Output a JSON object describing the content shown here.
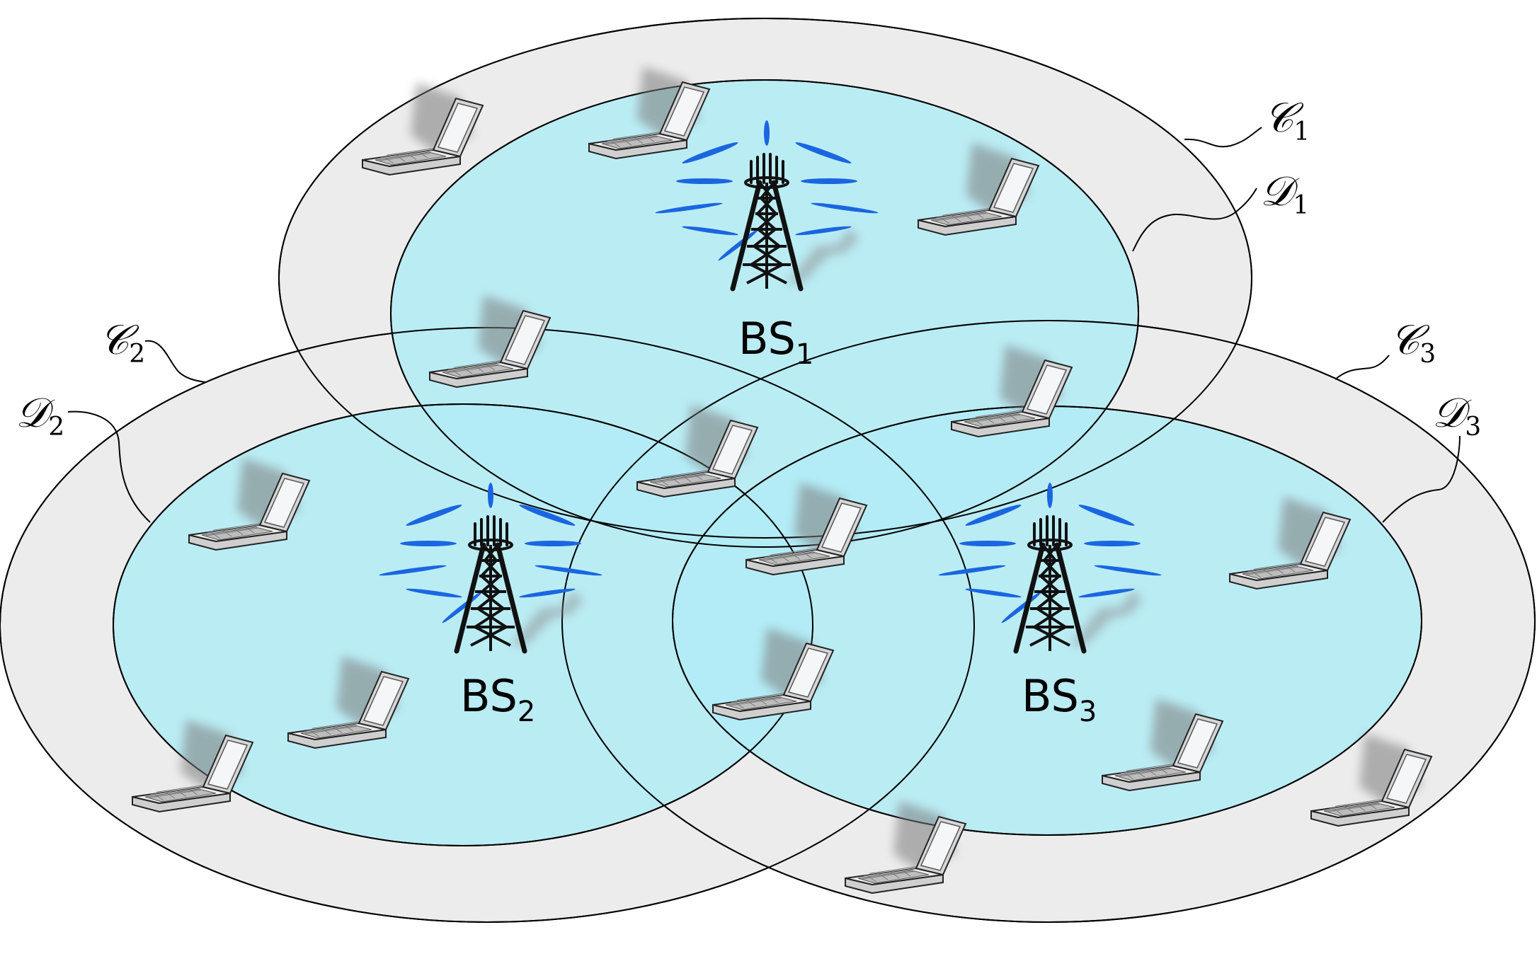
{
  "base_stations": [
    {
      "label": "BS",
      "subscript": "1"
    },
    {
      "label": "BS",
      "subscript": "2"
    },
    {
      "label": "BS",
      "subscript": "3"
    }
  ],
  "coverage_regions": [
    {
      "letter": "𝒞",
      "subscript": "1"
    },
    {
      "letter": "𝒟",
      "subscript": "1"
    },
    {
      "letter": "𝒞",
      "subscript": "2"
    },
    {
      "letter": "𝒟",
      "subscript": "2"
    },
    {
      "letter": "𝒞",
      "subscript": "3"
    },
    {
      "letter": "𝒟",
      "subscript": "3"
    }
  ],
  "colors": {
    "outer_ring": "#ececec",
    "inner_region": "#b2ecf6",
    "beam": "#1a66e0",
    "laptop_body": "#e6e6e6",
    "laptop_screen": "#f4f6f8",
    "tower": "#111111"
  },
  "icons": {
    "base_station": "cell-tower-icon",
    "user": "laptop-icon"
  }
}
